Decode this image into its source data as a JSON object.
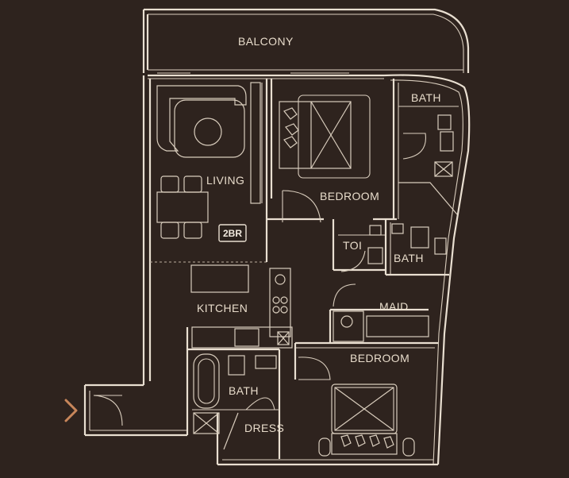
{
  "plan": {
    "unit_badge": "2BR",
    "rooms": {
      "balcony": "BALCONY",
      "bath_top": "BATH",
      "living": "LIVING",
      "bedroom_main": "BEDROOM",
      "toilet": "TOI",
      "bath_mid": "BATH",
      "kitchen": "KITCHEN",
      "maid": "MAID",
      "bedroom_second": "BEDROOM",
      "bath_bottom": "BATH",
      "dress": "DRESS"
    }
  },
  "navigation": {
    "next_icon": "chevron-right-icon"
  },
  "colors": {
    "background": "#2a211c",
    "lines": "#e9dfd1",
    "accent_arrow": "#c8865a"
  }
}
